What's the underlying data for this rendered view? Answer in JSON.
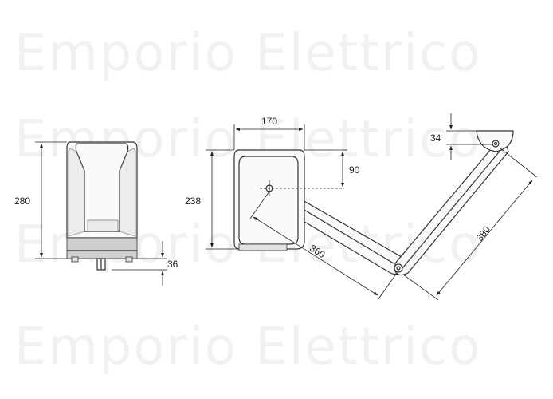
{
  "watermark": {
    "text": "Emporio Elettrico",
    "color": "#f1f1f1"
  },
  "dimensions": {
    "front_height": "280",
    "front_base_height": "36",
    "side_width": "170",
    "side_height": "238",
    "pivot_offset": "90",
    "arm_length_1": "360",
    "arm_length_2": "380",
    "bracket_height": "34"
  },
  "colors": {
    "line": "#222222",
    "outline": "#333333",
    "shade": "#e2e2e2"
  }
}
